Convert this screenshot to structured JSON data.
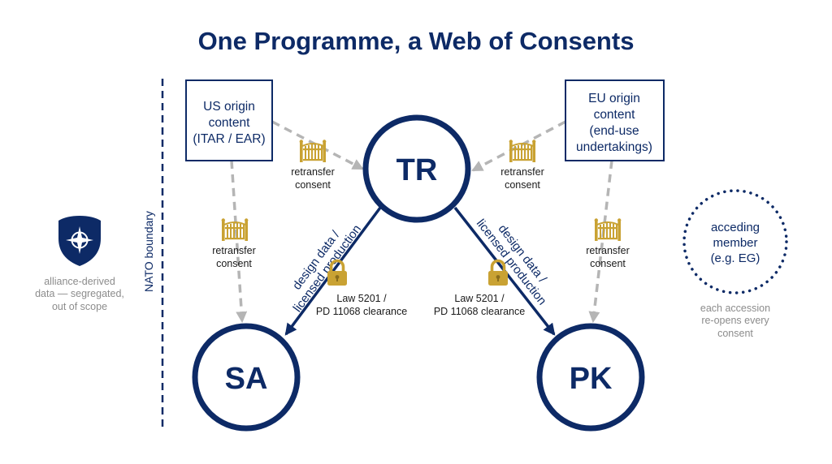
{
  "title": "One Programme, a Web of Consents",
  "nodes": {
    "tr": "TR",
    "sa": "SA",
    "pk": "PK"
  },
  "us_box": {
    "lines": [
      "US origin",
      "content",
      "(ITAR / EAR)"
    ]
  },
  "eu_box": {
    "lines": [
      "EU origin",
      "content",
      "(end-use",
      "undertakings)"
    ]
  },
  "consent": {
    "line1": "retransfer",
    "line2": "consent"
  },
  "flow_label": {
    "line1": "design data /",
    "line2": "licensed production"
  },
  "clearance": {
    "line1": "Law 5201 /",
    "line2": "PD 11068 clearance"
  },
  "nato_boundary": "NATO boundary",
  "alliance_note": [
    "alliance-derived",
    "data — segregated,",
    "out of scope"
  ],
  "acceding": {
    "lines": [
      "acceding",
      "member",
      "(e.g. EG)"
    ]
  },
  "accession_note": [
    "each accession",
    "re-opens every",
    "consent"
  ],
  "colors": {
    "navy": "#0d2a66",
    "gold": "#c9a233",
    "grey_arrow": "#b5b5b5",
    "grey_text": "#8c8c8c"
  },
  "icons": {
    "gate": "gate-icon",
    "padlock": "padlock-icon",
    "shield": "nato-shield-icon"
  }
}
